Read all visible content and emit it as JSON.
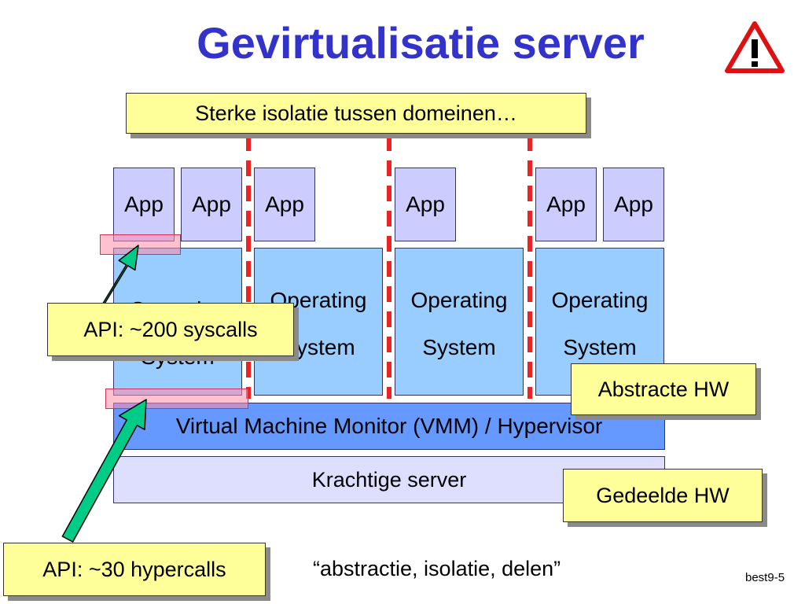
{
  "title": "Gevirtualisatie server",
  "callouts": {
    "isolation": "Sterke isolatie tussen domeinen…",
    "syscalls": "API: ~200 syscalls",
    "hypercalls": "API: ~30 hypercalls",
    "abstract_hw": "Abstracte HW",
    "shared_hw": "Gedeelde HW"
  },
  "apps": [
    "App",
    "App",
    "App",
    "App",
    "App",
    "App"
  ],
  "os": [
    {
      "line1": "Operating",
      "line2": "System"
    },
    {
      "line1": "Operating",
      "line2": "System"
    },
    {
      "line1": "Operating",
      "line2": "System"
    },
    {
      "line1": "Operating",
      "line2": "System"
    }
  ],
  "vmm": "Virtual Machine Monitor (VMM) / Hypervisor",
  "server": "Krachtige server",
  "quote": "“abstractie, isolatie, delen”",
  "slide_number": "best9-5",
  "colors": {
    "title": "#3333cc",
    "app": "#ccccff",
    "os": "#99ccff",
    "vmm": "#6699ff",
    "server": "#dedeff",
    "callout": "#ffff99",
    "divider": "#ee2222",
    "arrow": "#00cc88"
  },
  "icons": {
    "warning": "warning-icon"
  }
}
